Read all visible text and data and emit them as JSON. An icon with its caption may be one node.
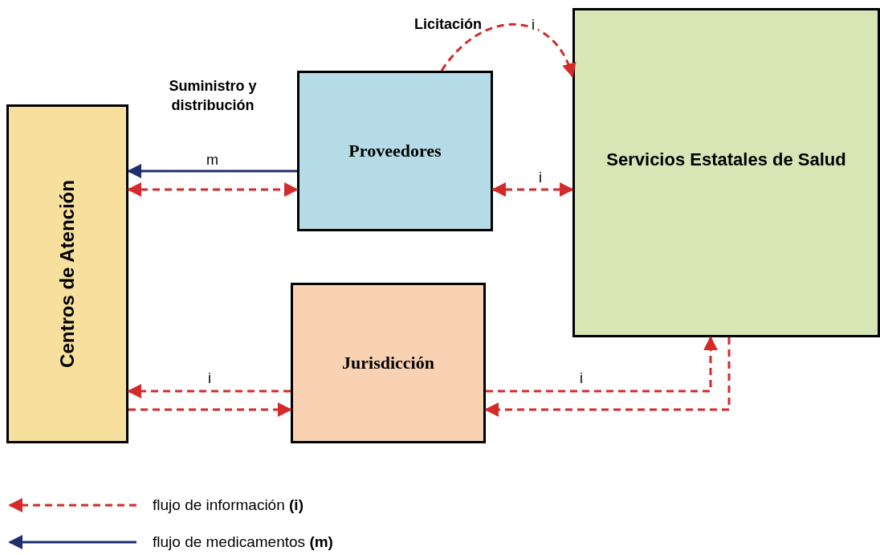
{
  "diagram": {
    "nodes": [
      {
        "text": [
          "Centros de Atención"
        ]
      },
      {
        "text": [
          "Proveedores"
        ]
      },
      {
        "text": [
          "Servicios Estatales de Salud"
        ]
      },
      {
        "text": [
          "Jurisdicción"
        ]
      }
    ],
    "edges": [
      {
        "from": 1,
        "to": 0,
        "arrow": "to",
        "label": "m",
        "color": "#1f2f6e"
      },
      {
        "from": 0,
        "to": 1,
        "arrow": "both",
        "style": "dashed"
      },
      {
        "from": 1,
        "to": 2,
        "arrow": "both",
        "label": "i",
        "style": "dashed"
      },
      {
        "from": 1,
        "to": 2,
        "arrow": "to",
        "label": "i",
        "style": "dashed"
      },
      {
        "from": 3,
        "to": 0,
        "arrow": "to",
        "label": "i",
        "style": "dashed"
      },
      {
        "from": 0,
        "to": 3,
        "arrow": "to",
        "style": "dashed"
      },
      {
        "from": 3,
        "to": 2,
        "arrow": "to",
        "label": "i",
        "style": "dashed"
      },
      {
        "from": 2,
        "to": 3,
        "arrow": "to",
        "style": "dashed"
      }
    ],
    "labels": [
      "Licitación",
      "Suministro y distribución"
    ],
    "legend": [
      {
        "text": "flujo de información **(i)**"
      },
      {
        "text": "flujo de medicamentos **(m)**"
      }
    ]
  }
}
